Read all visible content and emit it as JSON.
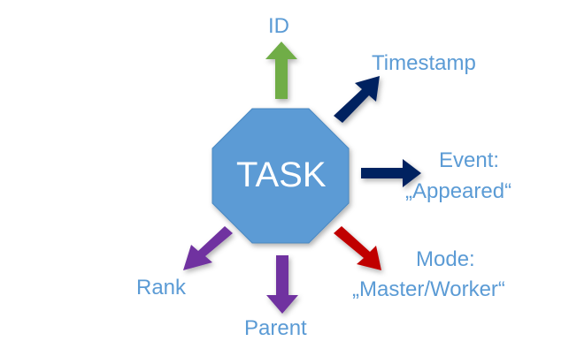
{
  "center": {
    "label": "TASK"
  },
  "attributes": [
    {
      "key": "id",
      "lines": [
        "ID"
      ],
      "color": "#70ad47"
    },
    {
      "key": "timestamp",
      "lines": [
        "Timestamp"
      ],
      "color": "#002060"
    },
    {
      "key": "event",
      "lines": [
        "Event:",
        "„Appeared“"
      ],
      "color": "#002060"
    },
    {
      "key": "mode",
      "lines": [
        "Mode:",
        "„Master/Worker“"
      ],
      "color": "#c00000"
    },
    {
      "key": "parent",
      "lines": [
        "Parent"
      ],
      "color": "#7030a0"
    },
    {
      "key": "rank",
      "lines": [
        "Rank"
      ],
      "color": "#7030a0"
    }
  ],
  "colors": {
    "octagon_fill": "#5b9bd5",
    "label_text": "#5b9bd5",
    "center_text": "#ffffff"
  }
}
